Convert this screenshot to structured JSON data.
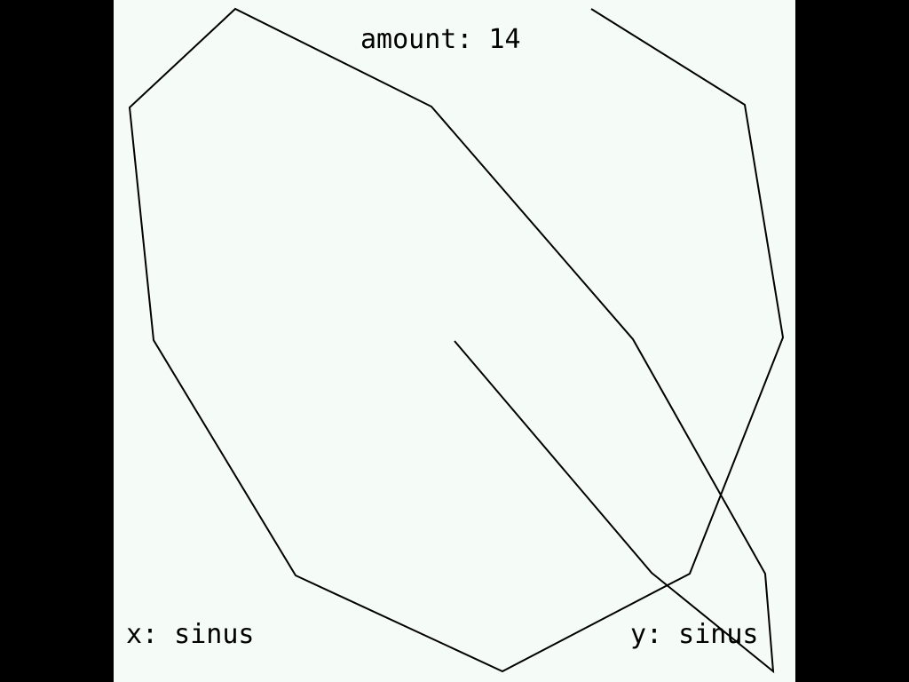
{
  "hud": {
    "amount_text": "amount: 14",
    "x_mode_text": "x: sinus",
    "y_mode_text": "y: sinus"
  },
  "colors": {
    "background": "#f5fbf7",
    "border": "#000000",
    "stroke": "#000000",
    "text": "#000000"
  },
  "figure": {
    "shape": "polyline",
    "segments": 14
  }
}
